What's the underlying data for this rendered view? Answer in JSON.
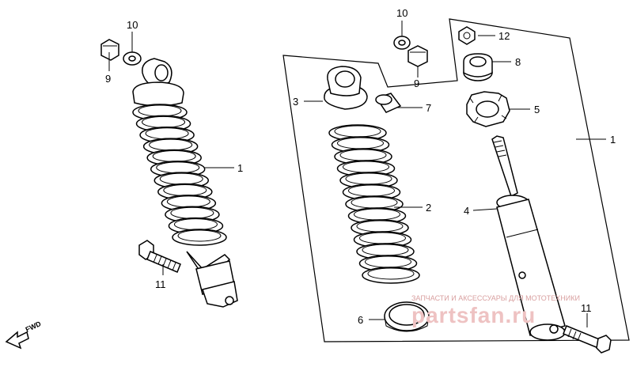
{
  "callouts": {
    "c10_left": "10",
    "c9_left": "9",
    "c1_left": "1",
    "c11_left": "11",
    "c10_mid": "10",
    "c9_mid": "9",
    "c3": "3",
    "c7": "7",
    "c2": "2",
    "c6": "6",
    "c12": "12",
    "c8": "8",
    "c5": "5",
    "c1_right": "1",
    "c4": "4",
    "c11_right": "11"
  },
  "fwd_label": "FWD",
  "watermark": {
    "caption": "ЗАПЧАСТИ И АКСЕССУАРЫ ДЛЯ МОТОТЕХНИКИ",
    "logo": "partsfan.ru"
  },
  "colors": {
    "line": "#000000",
    "background": "#ffffff",
    "watermark": "#e8b4b4"
  }
}
